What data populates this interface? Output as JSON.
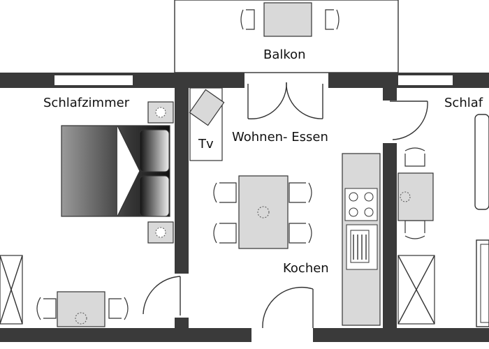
{
  "rooms": {
    "balkon": "Balkon",
    "schlafzimmer_left": "Schlafzimmer",
    "wohnen_essen": "Wohnen- Essen",
    "tv": "Tv",
    "kochen": "Kochen",
    "schlafzimmer_right": "Schlaf"
  }
}
